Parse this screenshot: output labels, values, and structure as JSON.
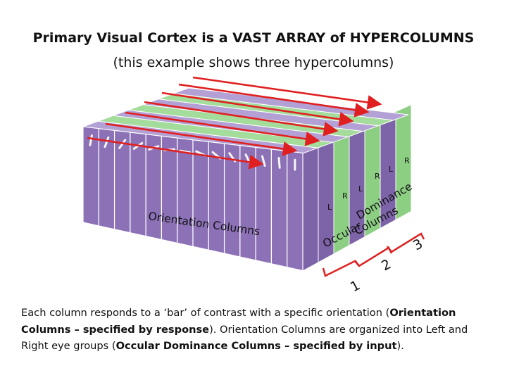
{
  "title": {
    "line1": "Primary Visual Cortex is a VAST ARRAY of HYPERCOLUMNS",
    "line2": "(this example shows three hypercolumns)"
  },
  "diagram": {
    "orientation_label": "Orientation Columns",
    "ocular_label_top": "Dominance",
    "ocular_label_mid_a": "Occular",
    "ocular_label_mid_b": "Columns",
    "eye_left": "L",
    "eye_right": "R",
    "hypercolumn_numbers": [
      "1",
      "2",
      "3"
    ],
    "colors": {
      "purple_front": "#8c71b6",
      "purple_side": "#7d63a8",
      "purple_top": "#b3a0d4",
      "green_side": "#8ccf82",
      "green_top": "#a4dc9c",
      "arrow": "#e02020",
      "bar": "#f5f5f5"
    }
  },
  "caption": {
    "p1": "Each column responds to a ‘bar’ of contrast with a specific orientation (",
    "b1": "Orientation Columns – specified by response",
    "p2": ").  Orientation Columns are organized into Left and Right eye groups (",
    "b2": "Occular Dominance Columns – specified by input",
    "p3": ")."
  }
}
